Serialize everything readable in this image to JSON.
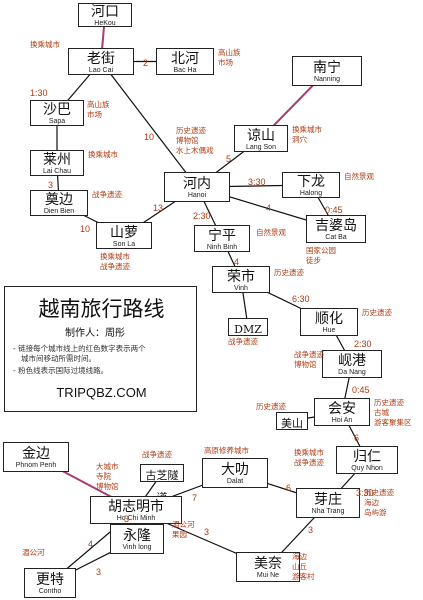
{
  "title": "越南旅行路线",
  "author": "制作人：周彤",
  "legend_lines": [
    [
      "链接每个城市线上的红色数字表示两个",
      "城市间移动所需时间。"
    ],
    [
      "粉色线表示国际过境线路。"
    ]
  ],
  "website": "TRIPQBZ.COM",
  "colors": {
    "route": "#111111",
    "border_route": "#a53d72",
    "labels": "#b03a12"
  },
  "nodes": {
    "hekou": {
      "zh": "河口",
      "en": "HeKou"
    },
    "laocai": {
      "zh": "老街",
      "en": "Lao Cai"
    },
    "bacha": {
      "zh": "北河",
      "en": "Bac Ha"
    },
    "sapa": {
      "zh": "沙巴",
      "en": "Sapa"
    },
    "laichau": {
      "zh": "莱州",
      "en": "Lai Chau"
    },
    "dienbien": {
      "zh": "奠边",
      "en": "Dien Bien"
    },
    "sonla": {
      "zh": "山萝",
      "en": "Son La"
    },
    "nanning": {
      "zh": "南宁",
      "en": "Nanning"
    },
    "langson": {
      "zh": "谅山",
      "en": "Lang Son"
    },
    "hanoi": {
      "zh": "河内",
      "en": "Hanoi"
    },
    "halong": {
      "zh": "下龙",
      "en": "Halong"
    },
    "catba": {
      "zh": "吉婆岛",
      "en": "Cat Ba"
    },
    "ninhbinh": {
      "zh": "宁平",
      "en": "Ninh Binh"
    },
    "vinh": {
      "zh": "荣市",
      "en": "Vinh"
    },
    "dmz": {
      "zh": "DMZ",
      "en": ""
    },
    "hue": {
      "zh": "顺化",
      "en": "Hue"
    },
    "danang": {
      "zh": "岘港",
      "en": "Da Nang"
    },
    "hoian": {
      "zh": "会安",
      "en": "Hoi An"
    },
    "myson": {
      "zh": "美山",
      "en": ""
    },
    "quynhon": {
      "zh": "归仁",
      "en": "Quy Nhon"
    },
    "phnompenh": {
      "zh": "金边",
      "en": "Phnom Penh"
    },
    "cuchi": {
      "zh": "古芝隧道",
      "en": ""
    },
    "hcmc": {
      "zh": "胡志明市",
      "en": "Ho Chi Minh"
    },
    "dalat": {
      "zh": "大叻",
      "en": "Dalat"
    },
    "nhatrang": {
      "zh": "芽庄",
      "en": "Nha Trang"
    },
    "vinhlong": {
      "zh": "永隆",
      "en": "Vinh long"
    },
    "muine": {
      "zh": "美奈",
      "en": "Mui Ne"
    },
    "cantho": {
      "zh": "更特",
      "en": "Contho"
    }
  },
  "routes": [
    {
      "from": "hekou",
      "to": "laocai",
      "time": "",
      "intl": true
    },
    {
      "from": "laocai",
      "to": "bacha",
      "time": "2"
    },
    {
      "from": "laocai",
      "to": "sapa",
      "time": "1:30"
    },
    {
      "from": "laocai",
      "to": "hanoi",
      "time": "10"
    },
    {
      "from": "sapa",
      "to": "laichau",
      "time": ""
    },
    {
      "from": "laichau",
      "to": "dienbien",
      "time": "3"
    },
    {
      "from": "dienbien",
      "to": "sonla",
      "time": "10"
    },
    {
      "from": "sonla",
      "to": "hanoi",
      "time": "13"
    },
    {
      "from": "nanning",
      "to": "langson",
      "time": "",
      "intl": true
    },
    {
      "from": "langson",
      "to": "hanoi",
      "time": "5"
    },
    {
      "from": "hanoi",
      "to": "halong",
      "time": "3:30"
    },
    {
      "from": "hanoi",
      "to": "catba",
      "time": "4"
    },
    {
      "from": "halong",
      "to": "catba",
      "time": "0:45"
    },
    {
      "from": "hanoi",
      "to": "ninhbinh",
      "time": "2:30"
    },
    {
      "from": "ninhbinh",
      "to": "vinh",
      "time": "4"
    },
    {
      "from": "vinh",
      "to": "hue",
      "time": "6:30"
    },
    {
      "from": "vinh",
      "to": "dmz",
      "time": ""
    },
    {
      "from": "hue",
      "to": "danang",
      "time": "2:30"
    },
    {
      "from": "danang",
      "to": "hoian",
      "time": "0:45"
    },
    {
      "from": "hoian",
      "to": "myson",
      "time": ""
    },
    {
      "from": "hoian",
      "to": "quynhon",
      "time": "6"
    },
    {
      "from": "quynhon",
      "to": "nhatrang",
      "time": "3:30"
    },
    {
      "from": "phnompenh",
      "to": "hcmc",
      "time": "",
      "intl": true
    },
    {
      "from": "hcmc",
      "to": "cuchi",
      "time": ""
    },
    {
      "from": "hcmc",
      "to": "dalat",
      "time": "7"
    },
    {
      "from": "dalat",
      "to": "nhatrang",
      "time": "6"
    },
    {
      "from": "hcmc",
      "to": "muine",
      "time": "3"
    },
    {
      "from": "muine",
      "to": "nhatrang",
      "time": "3"
    },
    {
      "from": "hcmc",
      "to": "vinhlong",
      "time": "3"
    },
    {
      "from": "hcmc",
      "to": "cantho",
      "time": "4"
    },
    {
      "from": "vinhlong",
      "to": "cantho",
      "time": "3"
    }
  ],
  "notes": [
    {
      "id": "laocai",
      "lines": [
        "换乘城市"
      ]
    },
    {
      "id": "bacha",
      "lines": [
        "高山族",
        "市场"
      ]
    },
    {
      "id": "sapa",
      "lines": [
        "高山族",
        "市场"
      ]
    },
    {
      "id": "laichau",
      "lines": [
        "换乘城市"
      ]
    },
    {
      "id": "dienbien",
      "lines": [
        "战争遗迹"
      ]
    },
    {
      "id": "sonla",
      "lines": [
        "换乘城市",
        "战争遗迹"
      ]
    },
    {
      "id": "langson",
      "lines": [
        "换乘城市",
        "洞穴"
      ]
    },
    {
      "id": "hanoi",
      "lines": [
        "历史遗迹",
        "博物馆",
        "水上木偶戏"
      ]
    },
    {
      "id": "halong",
      "lines": [
        "自然景观"
      ]
    },
    {
      "id": "catba",
      "lines": [
        "国家公园",
        "徒步"
      ]
    },
    {
      "id": "ninhbinh",
      "lines": [
        "自然景观"
      ]
    },
    {
      "id": "vinh",
      "lines": [
        "历史遗迹"
      ]
    },
    {
      "id": "dmz",
      "lines": [
        "战争遗迹"
      ]
    },
    {
      "id": "hue",
      "lines": [
        "历史遗迹"
      ]
    },
    {
      "id": "danang",
      "lines": [
        "战争遗迹",
        "博物馆"
      ]
    },
    {
      "id": "hoian",
      "lines": [
        "历史遗迹",
        "古城",
        "游客聚集区"
      ]
    },
    {
      "id": "myson",
      "lines": [
        "历史遗迹"
      ]
    },
    {
      "id": "quynhon",
      "lines": [
        "换乘城市",
        "战争遗迹"
      ]
    },
    {
      "id": "cuchi",
      "lines": [
        "战争遗迹"
      ]
    },
    {
      "id": "hcmc",
      "lines": [
        "大城市",
        "寺院",
        "博物馆"
      ]
    },
    {
      "id": "dalat",
      "lines": [
        "高原修养城市"
      ]
    },
    {
      "id": "nhatrang",
      "lines": [
        "历史遗迹",
        "海边",
        "岛屿游"
      ]
    },
    {
      "id": "vinhlong",
      "lines": [
        "湄公河",
        "果园"
      ]
    },
    {
      "id": "muine",
      "lines": [
        "海边",
        "山丘",
        "游客村"
      ]
    },
    {
      "id": "cantho",
      "lines": [
        "湄公河"
      ]
    }
  ]
}
